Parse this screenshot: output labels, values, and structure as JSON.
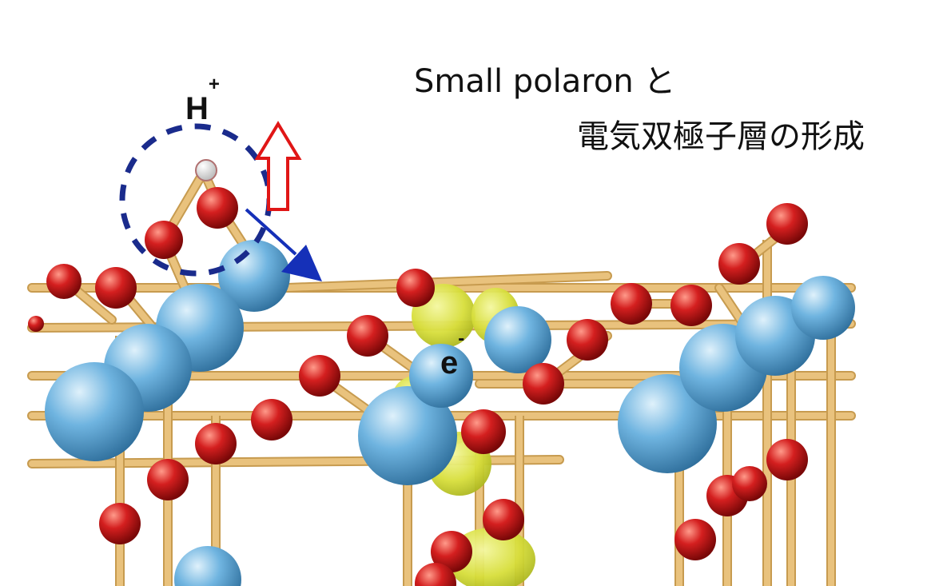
{
  "title": {
    "line1": "Small polaron と",
    "line2": "電気双極子層の形成"
  },
  "labels": {
    "proton_base": "H",
    "proton_sup": "+",
    "electron_base": "e",
    "electron_sup": "-"
  },
  "colors": {
    "oxygen": "#d41f1f",
    "metal": "#5aa6d8",
    "bond": "#e9c27d",
    "polaron_cloud": "#d7de3a",
    "hydrogen": "#eeeeee",
    "dashed_circle": "#1a2b8c",
    "displacement_arrow": "#1530b8",
    "up_arrow": "#e01616"
  },
  "icons": {
    "up_arrow": "hollow-up-arrow-icon",
    "displacement_arrow": "diagonal-arrow-icon"
  }
}
